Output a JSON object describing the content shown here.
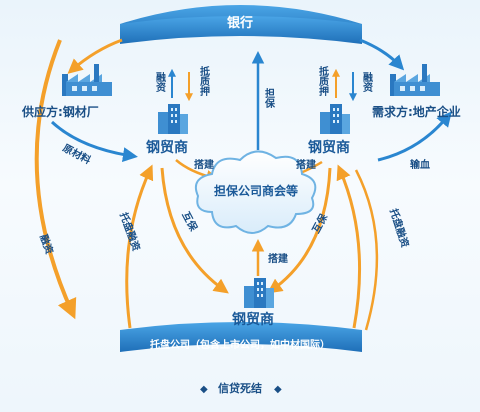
{
  "bank_bar": {
    "label": "银行"
  },
  "trust_bar": {
    "label": "托盘公司（包含上市公司，如中材国际）"
  },
  "center_cloud": {
    "label": "担保公司商会等"
  },
  "supplier": {
    "label": "供应方:钢材厂"
  },
  "demand": {
    "label": "需求方:地产企业"
  },
  "trader_left": {
    "label": "钢贸商"
  },
  "trader_right": {
    "label": "钢贸商"
  },
  "trader_bottom": {
    "label": "钢贸商"
  },
  "edges": {
    "left_financing": "融资",
    "left_collateral": "抵质押",
    "right_collateral": "抵质押",
    "right_financing": "融资",
    "guarantee_top": "担保",
    "raw_material": "原材料",
    "transfusion": "输血",
    "financing_outer": "融资",
    "build_left": "搭建",
    "build_right": "搭建",
    "build_bottom": "搭建",
    "mutual_guarantee_left": "互保",
    "mutual_guarantee_right": "互保",
    "trust_financing_left": "托盘融资",
    "trust_financing_right": "托盘融资"
  },
  "footer": {
    "bullet_left": "◆",
    "label": "信贷死结",
    "bullet_right": "◆"
  },
  "colors": {
    "blue": "#2a86d0",
    "orange": "#f4a02a",
    "dark_text": "#1a4f86"
  }
}
